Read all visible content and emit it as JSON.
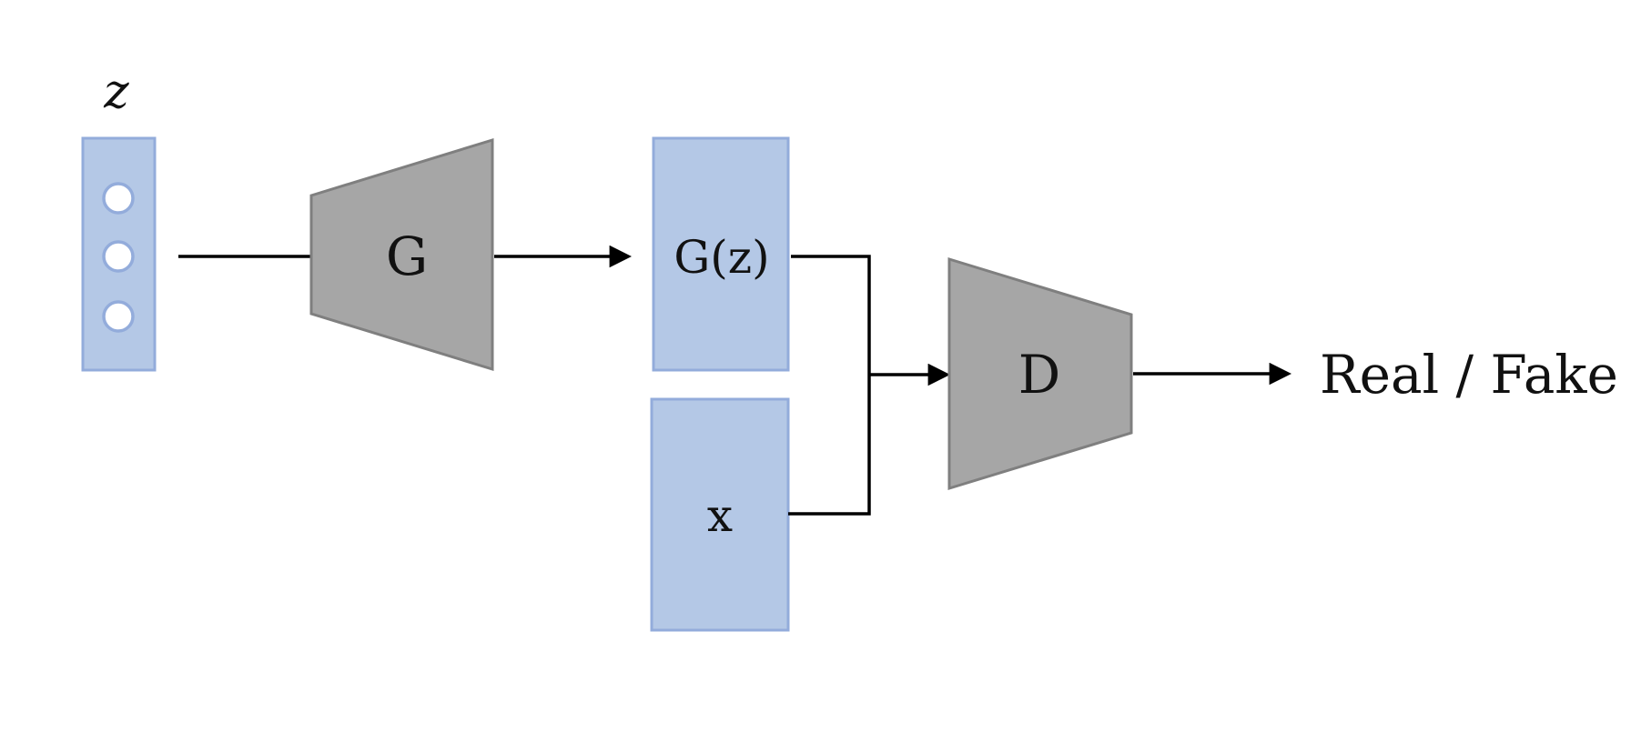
{
  "diagram": {
    "latent_label": "z",
    "generator_label": "G",
    "generated_label": "G(z)",
    "real_input_label": "x",
    "discriminator_label": "D",
    "output_label": "Real / Fake"
  },
  "colors": {
    "box_fill": "#b4c8e6",
    "box_stroke": "#93acdb",
    "network_fill": "#a6a6a6",
    "network_stroke": "#7f7f7f",
    "line": "#000000"
  }
}
